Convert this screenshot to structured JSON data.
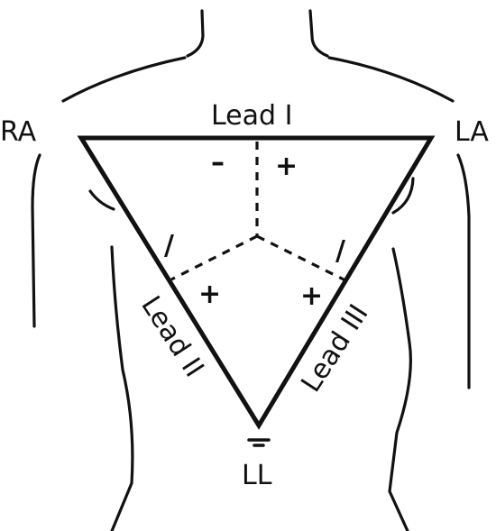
{
  "electrodes": {
    "right_arm": "RA",
    "left_arm": "LA",
    "left_leg": "LL"
  },
  "leads": {
    "lead_1": "Lead I",
    "lead_2": "Lead II",
    "lead_3": "Lead III"
  },
  "polarity": {
    "lead_1_negative": "–",
    "lead_1_positive": "+",
    "lead_2_negative": "/",
    "lead_2_positive": "+",
    "lead_3_negative": "/",
    "lead_3_positive": "+"
  }
}
